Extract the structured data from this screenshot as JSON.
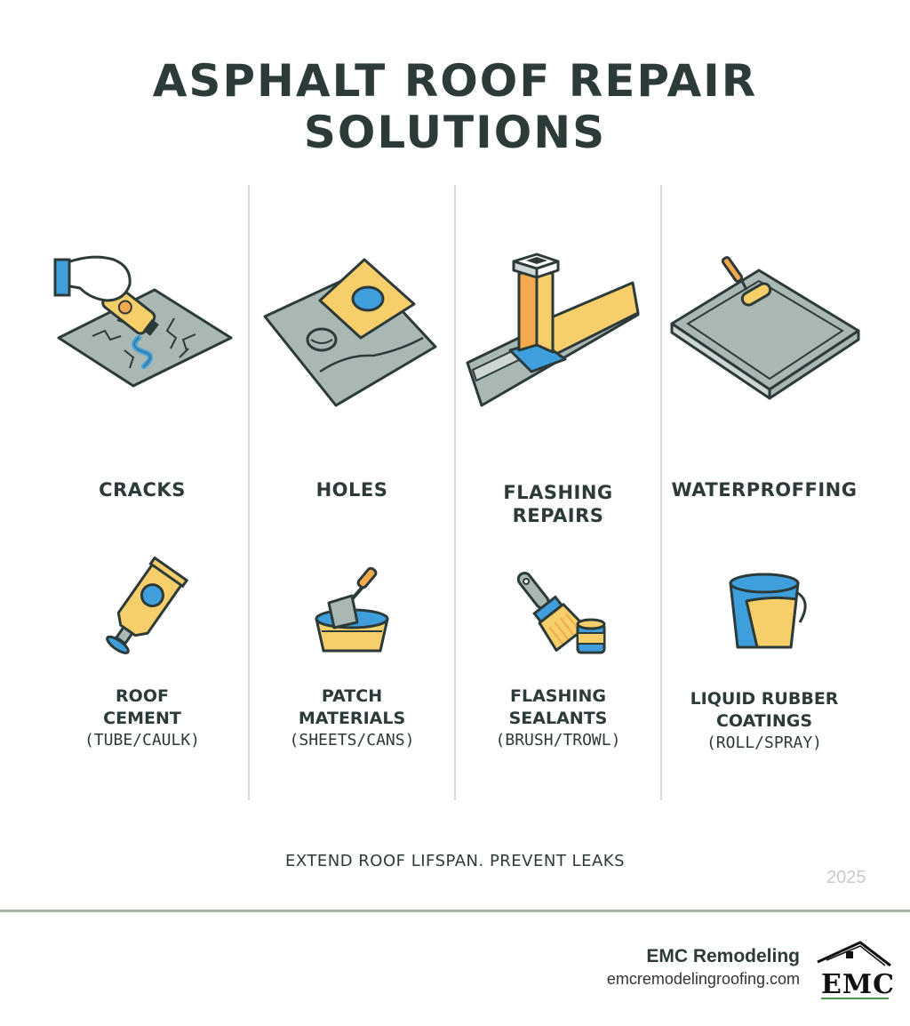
{
  "title": "ASPHALT ROOF REPAIR SOLUTIONS",
  "columns": [
    {
      "problem": "CRACKS",
      "solution_name": "ROOF\nCEMENT",
      "solution_method": "(TUBE/CAULK)",
      "scene_icon": "cracked-roof-caulking-icon",
      "tool_icon": "caulk-tube-icon"
    },
    {
      "problem": "HOLES",
      "solution_name": "PATCH\nMATERIALS",
      "solution_method": "(SHEETS/CANS)",
      "scene_icon": "roof-hole-patch-icon",
      "tool_icon": "trowel-bucket-icon"
    },
    {
      "problem": "FLASHING\nREPAIRS",
      "solution_name": "FLASHING\nSEALANTS",
      "solution_method": "(BRUSH/TROWL)",
      "scene_icon": "chimney-flashing-icon",
      "tool_icon": "brush-can-icon"
    },
    {
      "problem": "WATERPROFFING",
      "solution_name": "LIQUID RUBBER\nCOATINGS",
      "solution_method": "(ROLL/SPRAY)",
      "scene_icon": "roof-roller-coating-icon",
      "tool_icon": "paint-bucket-icon"
    }
  ],
  "tagline": "EXTEND ROOF LIFSPAN. PREVENT LEAKS",
  "year": "2025",
  "brand": {
    "name": "EMC Remodeling",
    "url": "emcremodelingroofing.com",
    "logo_text": "EMC"
  },
  "colors": {
    "ink": "#2c3a3a",
    "gray_green": "#a9b8b3",
    "yellow": "#f6cf6a",
    "orange": "#f3a94c",
    "blue": "#3f9fdc",
    "divider": "#d3d9d7",
    "footer_rule": "#a3b6a3"
  }
}
